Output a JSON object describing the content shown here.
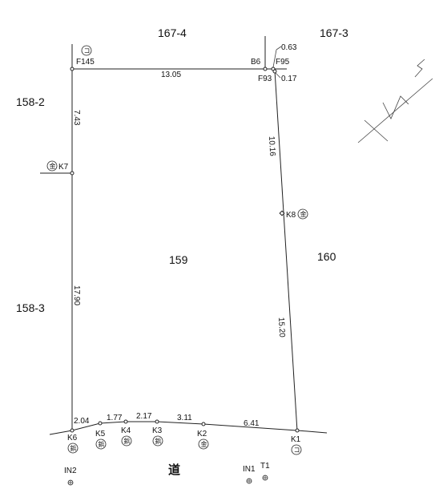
{
  "lots": {
    "lot_167_4": "167-4",
    "lot_167_3": "167-3",
    "lot_158_2": "158-2",
    "lot_158_3": "158-3",
    "lot_159": "159",
    "lot_160": "160"
  },
  "road": "道",
  "points": {
    "F145": {
      "name": "F145",
      "marker": "コ"
    },
    "B6": {
      "name": "B6"
    },
    "F95": {
      "name": "F95"
    },
    "F93": {
      "name": "F93"
    },
    "K7": {
      "name": "K7",
      "marker": "金"
    },
    "K8": {
      "name": "K8",
      "marker": "金"
    },
    "K1": {
      "name": "K1",
      "marker": "コ"
    },
    "K2": {
      "name": "K2",
      "marker": "金"
    },
    "K3": {
      "name": "K3",
      "marker": "鋲"
    },
    "K4": {
      "name": "K4",
      "marker": "鋲"
    },
    "K5": {
      "name": "K5",
      "marker": "鋲"
    },
    "K6": {
      "name": "K6",
      "marker": "鋲"
    },
    "IN1": {
      "name": "IN1"
    },
    "IN2": {
      "name": "IN2"
    },
    "T1": {
      "name": "T1"
    }
  },
  "dimensions": {
    "top": "13.05",
    "left_upper": "7.43",
    "left_lower": "17.90",
    "right_upper": "10.16",
    "right_lower": "15.20",
    "offset_a": "0.63",
    "offset_b": "0.17",
    "bottom_1": "2.04",
    "bottom_2": "1.77",
    "bottom_3": "2.17",
    "bottom_4": "3.11",
    "bottom_5": "6.41"
  }
}
